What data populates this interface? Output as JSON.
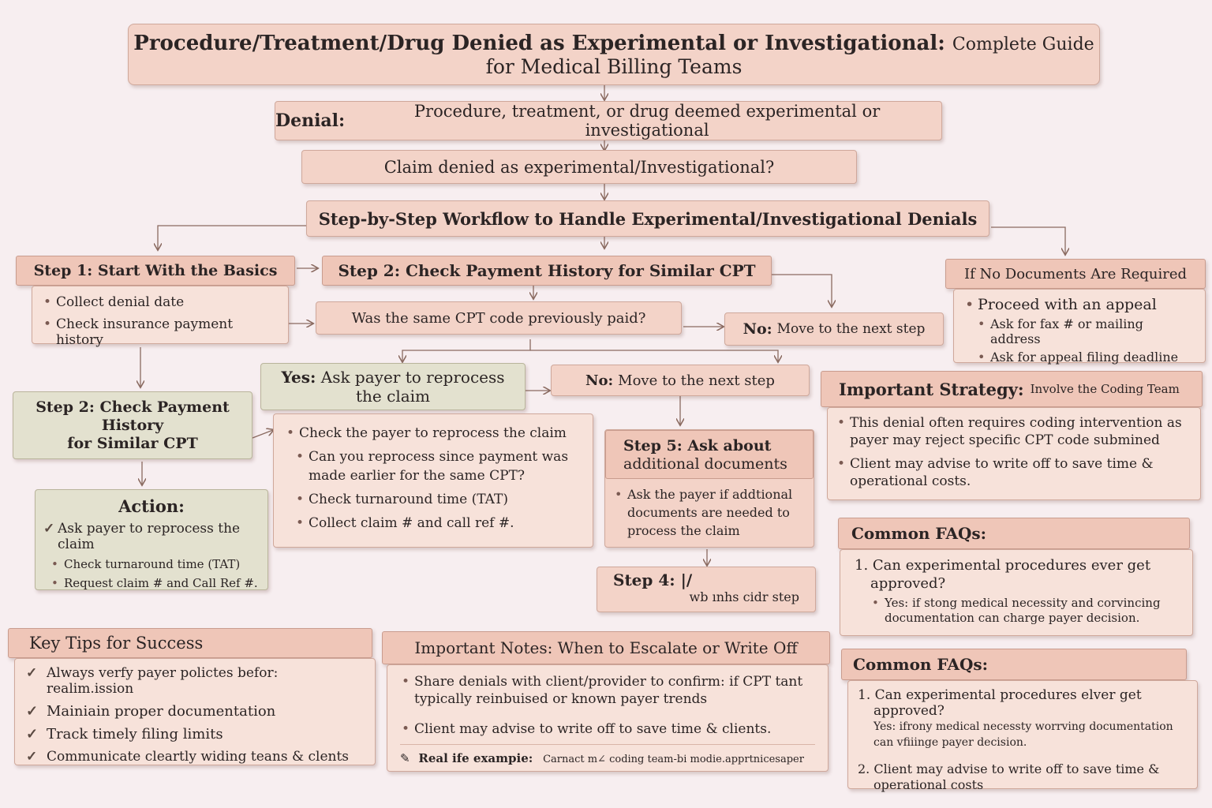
{
  "title": {
    "main": "Procedure/Treatment/Drug Denied as Experimental or Investigational:",
    "tail": "Complete Guide",
    "line2": "for Medical Billing Teams"
  },
  "denial": {
    "label": "Denial:",
    "text": "Procedure, treatment, or drug deemed experimental or investigational"
  },
  "question": "Claim denied as experimental/Investigational?",
  "workflow": "Step-by-Step Workflow to Handle Experimental/Investigational Denials",
  "step1": {
    "title": "Step 1: Start With the Basics",
    "items": [
      "Collect denial date",
      "Check insurance payment history"
    ]
  },
  "step2_top": {
    "title": "Step 2: Check Payment History for Similar CPT"
  },
  "cpt_question": "Was the same CPT code previously paid?",
  "no_right": {
    "label": "No:",
    "text": "Move to the next step"
  },
  "no_docs": {
    "title": "If No Documents Are Required",
    "main": "Proceed with an appeal",
    "items": [
      "Ask for fax # or mailing address",
      "Ask for appeal filing deadline"
    ]
  },
  "step2_left": {
    "line1": "Step 2: Check Payment",
    "line2": "History",
    "line3": "for Similar CPT"
  },
  "action": {
    "title": "Action:",
    "main": "Ask payer to reprocess the claim",
    "items": [
      "Check turnaround time (TAT)",
      "Request claim #  and Call Ref #."
    ]
  },
  "yes": {
    "label": "Yes:",
    "line1": "Ask payer to reprocess",
    "line2": "the claim",
    "items": [
      "Check the payer to reprocess the claim",
      "Can you reprocess since payment was made earlier for the same CPT?",
      "Check turnaround time (TAT)",
      "Collect claim #  and call ref #."
    ]
  },
  "no_mid": {
    "label": "No:",
    "text": "Move to the next step"
  },
  "step5": {
    "title_line1": "Step 5: Ask about",
    "title_line2": "additional documents",
    "items": [
      "Ask the payer if addtional documents are needed to process the claim"
    ]
  },
  "step4": {
    "title": "Step 4: |/",
    "sub": "wb ınhs cidr step"
  },
  "strategy": {
    "title": "Important Strategy:",
    "tail": "Involve the Coding Team",
    "items": [
      "This denial often requires coding intervention as payer may reject specific CPT code submined",
      "Client may advise to write off to save time & operational costs."
    ]
  },
  "faq1": {
    "title": "Common FAQs:",
    "q": "1. Can experimental procedures ever get approved?",
    "a": "Yes: if stong medical necessity and corvincing documentation can charge payer decision."
  },
  "faq2": {
    "title": "Common FAQs:",
    "q1": "1. Can experimental procedures elver get approved?",
    "a1": "Yes: ifrony medical necessty worrving documentation can vfiiinge payer decision.",
    "q2": "2. Client may advise to write off to save time & operational costs"
  },
  "tips": {
    "title": "Key Tips for Success",
    "items": [
      "Always verfy payer polictes befor: realim.ission",
      "Mainiain proper documentation",
      "Track timely filing limits",
      "Communicate cleartly widing teans & clents"
    ]
  },
  "notes": {
    "title": "Important Notes: When to Escalate or Write Off",
    "items": [
      "Share denials with client/provider to confirm: if CPT tant typically reinbuised or known payer trends",
      "Client may advise to write off to save time & clients."
    ],
    "example_label": "Real ife exampie:",
    "example_text": "Carnact m∠ coding team-bi modie.apprtnicesaper"
  }
}
